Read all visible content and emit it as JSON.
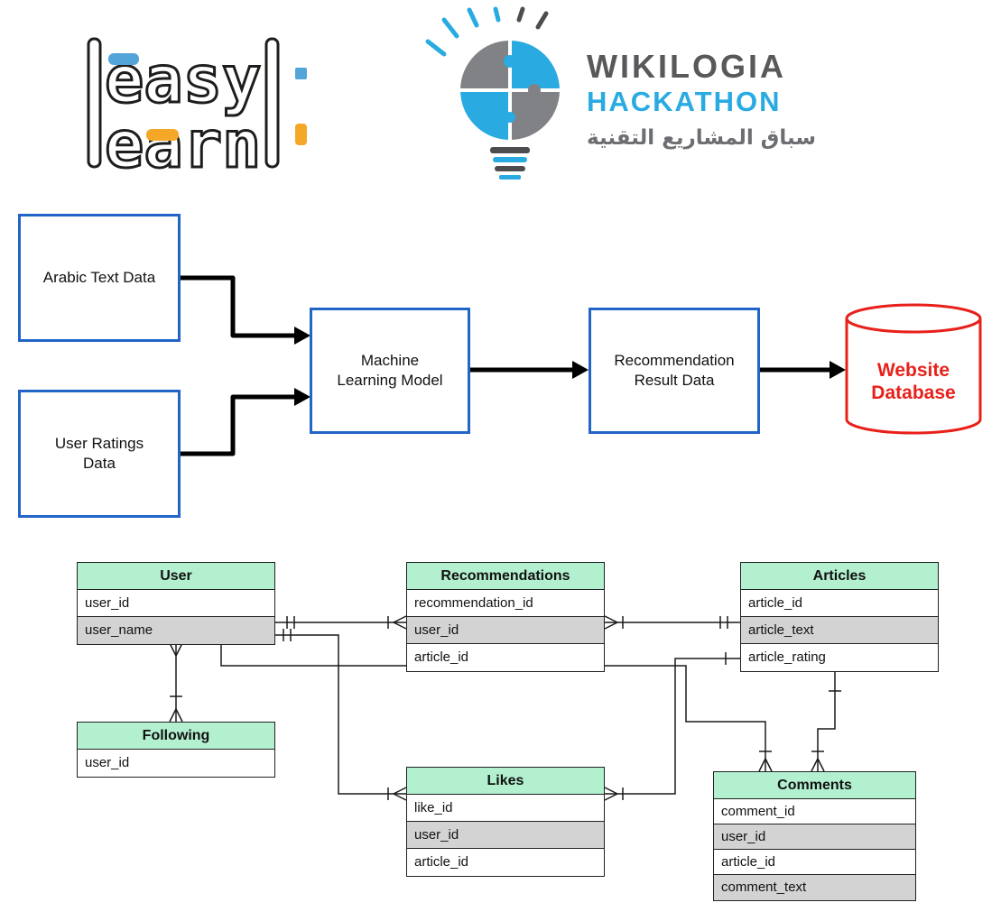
{
  "header": {
    "easylearn_logo": {
      "line1": "easy",
      "line2": "earn"
    },
    "wikilogia_logo": {
      "title": "WIKILOGIA",
      "subtitle": "HACKATHON",
      "tagline_arabic": "سباق المشاريع التقنية"
    }
  },
  "flow_diagram": {
    "boxes": {
      "arabic_text": {
        "line1": "Arabic Text Data"
      },
      "user_ratings": {
        "line1": "User Ratings",
        "line2": "Data"
      },
      "ml_model": {
        "line1": "Machine",
        "line2": "Learning Model"
      },
      "recommendation": {
        "line1": "Recommendation",
        "line2": "Result Data"
      },
      "database": {
        "line1": "Website",
        "line2": "Database"
      }
    }
  },
  "erd": {
    "user": {
      "title": "User",
      "fields": [
        "user_id",
        "user_name"
      ]
    },
    "recommendations": {
      "title": "Recommendations",
      "fields": [
        "recommendation_id",
        "user_id",
        "article_id"
      ]
    },
    "articles": {
      "title": "Articles",
      "fields": [
        "article_id",
        "article_text",
        "article_rating"
      ]
    },
    "following": {
      "title": "Following",
      "fields": [
        "user_id"
      ]
    },
    "likes": {
      "title": "Likes",
      "fields": [
        "like_id",
        "user_id",
        "article_id"
      ]
    },
    "comments": {
      "title": "Comments",
      "fields": [
        "comment_id",
        "user_id",
        "article_id",
        "comment_text"
      ]
    }
  },
  "colors": {
    "flow_box_border": "#2265c8",
    "database_red": "#e8201a",
    "erd_header_green": "#b3f0cf",
    "erd_shaded_gray": "#d3d3d3",
    "wikilogia_gray": "#58595b",
    "wikilogia_blue": "#29abe2",
    "easylearn_blue": "#53a4d9",
    "easylearn_orange": "#f5a728",
    "arrow_black": "#000000"
  }
}
